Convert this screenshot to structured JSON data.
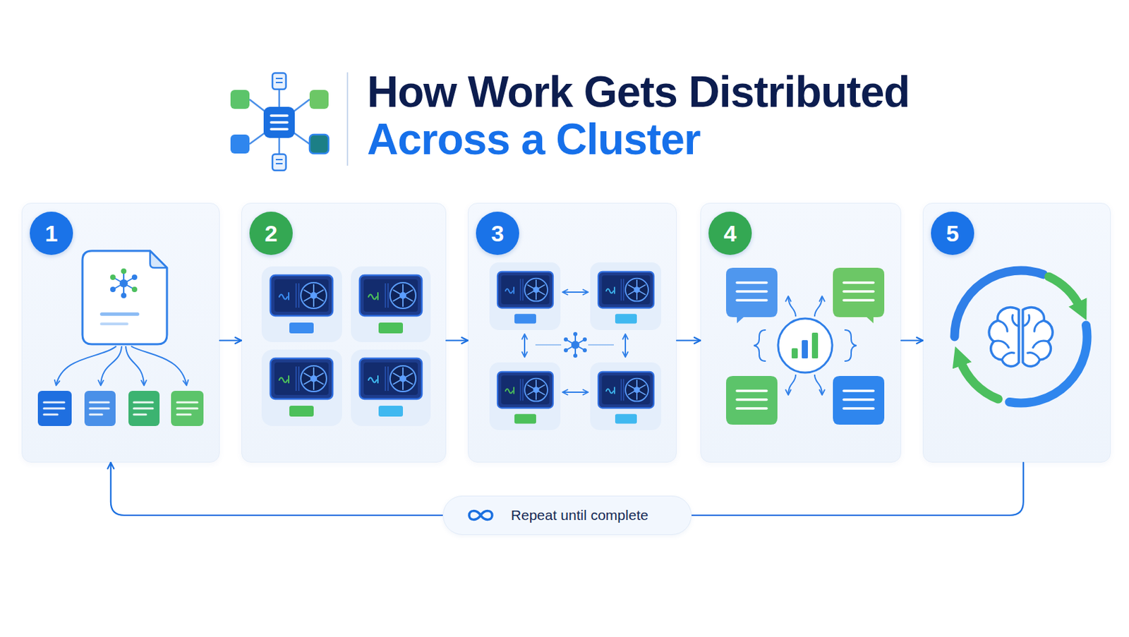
{
  "diagram": {
    "title": "How Work Gets Distributed Across a Cluster",
    "nodes": [
      {
        "text": [
          "1"
        ]
      },
      {
        "text": [
          "2"
        ]
      },
      {
        "text": [
          "3"
        ]
      },
      {
        "text": [
          "4"
        ]
      },
      {
        "text": [
          "5"
        ]
      }
    ],
    "edges": [
      {
        "from": 0,
        "to": 1,
        "arrow": "to"
      },
      {
        "from": 1,
        "to": 2,
        "arrow": "to"
      },
      {
        "from": 2,
        "to": 3,
        "arrow": "to"
      },
      {
        "from": 3,
        "to": 4,
        "arrow": "to"
      },
      {
        "from": 4,
        "to": 0,
        "arrow": "to",
        "label": "Repeat until complete"
      }
    ]
  }
}
